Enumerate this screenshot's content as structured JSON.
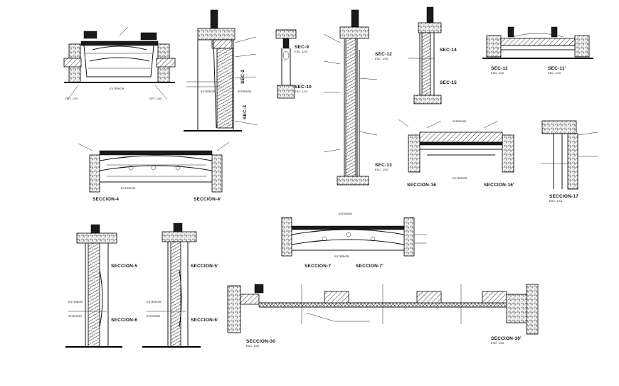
{
  "labels": {
    "sec4": "SECCION-4",
    "sec4p": "SECCION-4'",
    "sec5": "SECCION-5",
    "sec6": "SECCION-6",
    "sec5p": "SECCION-5'",
    "sec6p": "SECCION-6'",
    "sec7": "SECCION-7",
    "sec7p": "SECCION-7'",
    "sec9": "SEC-9",
    "sec10": "SEC-10",
    "sec11": "SEC-11",
    "sec11p": "SEC-11'",
    "sec12": "SEC-12",
    "sec13": "SEC-13",
    "sec14": "SEC-14",
    "sec15": "SEC-15",
    "sec16": "SECCION-16",
    "sec16p": "SECCION-16'",
    "sec17": "SECCION-17",
    "sec30": "SECCION-30",
    "sec30p": "SECCION-30'",
    "sec2": "SEC-2",
    "sec3": "SEC-3",
    "exterior": "EXTERIOR",
    "interior": "INTERIOR",
    "scale": "ESC. 1/10"
  }
}
